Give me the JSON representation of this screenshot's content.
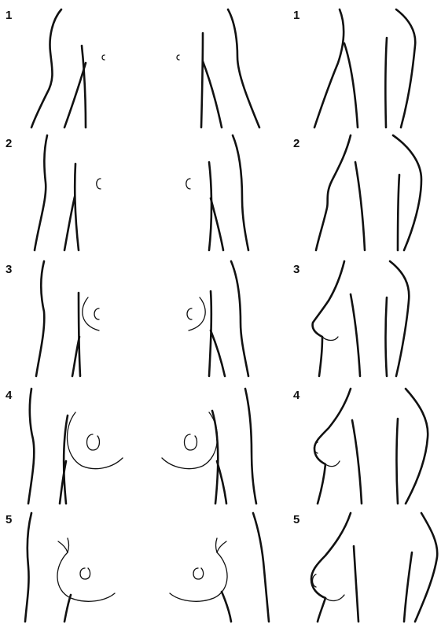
{
  "stages": [
    {
      "label": "1"
    },
    {
      "label": "2"
    },
    {
      "label": "3"
    },
    {
      "label": "4"
    },
    {
      "label": "5"
    }
  ],
  "colors": {
    "stroke": "#111111",
    "background": "#ffffff"
  }
}
